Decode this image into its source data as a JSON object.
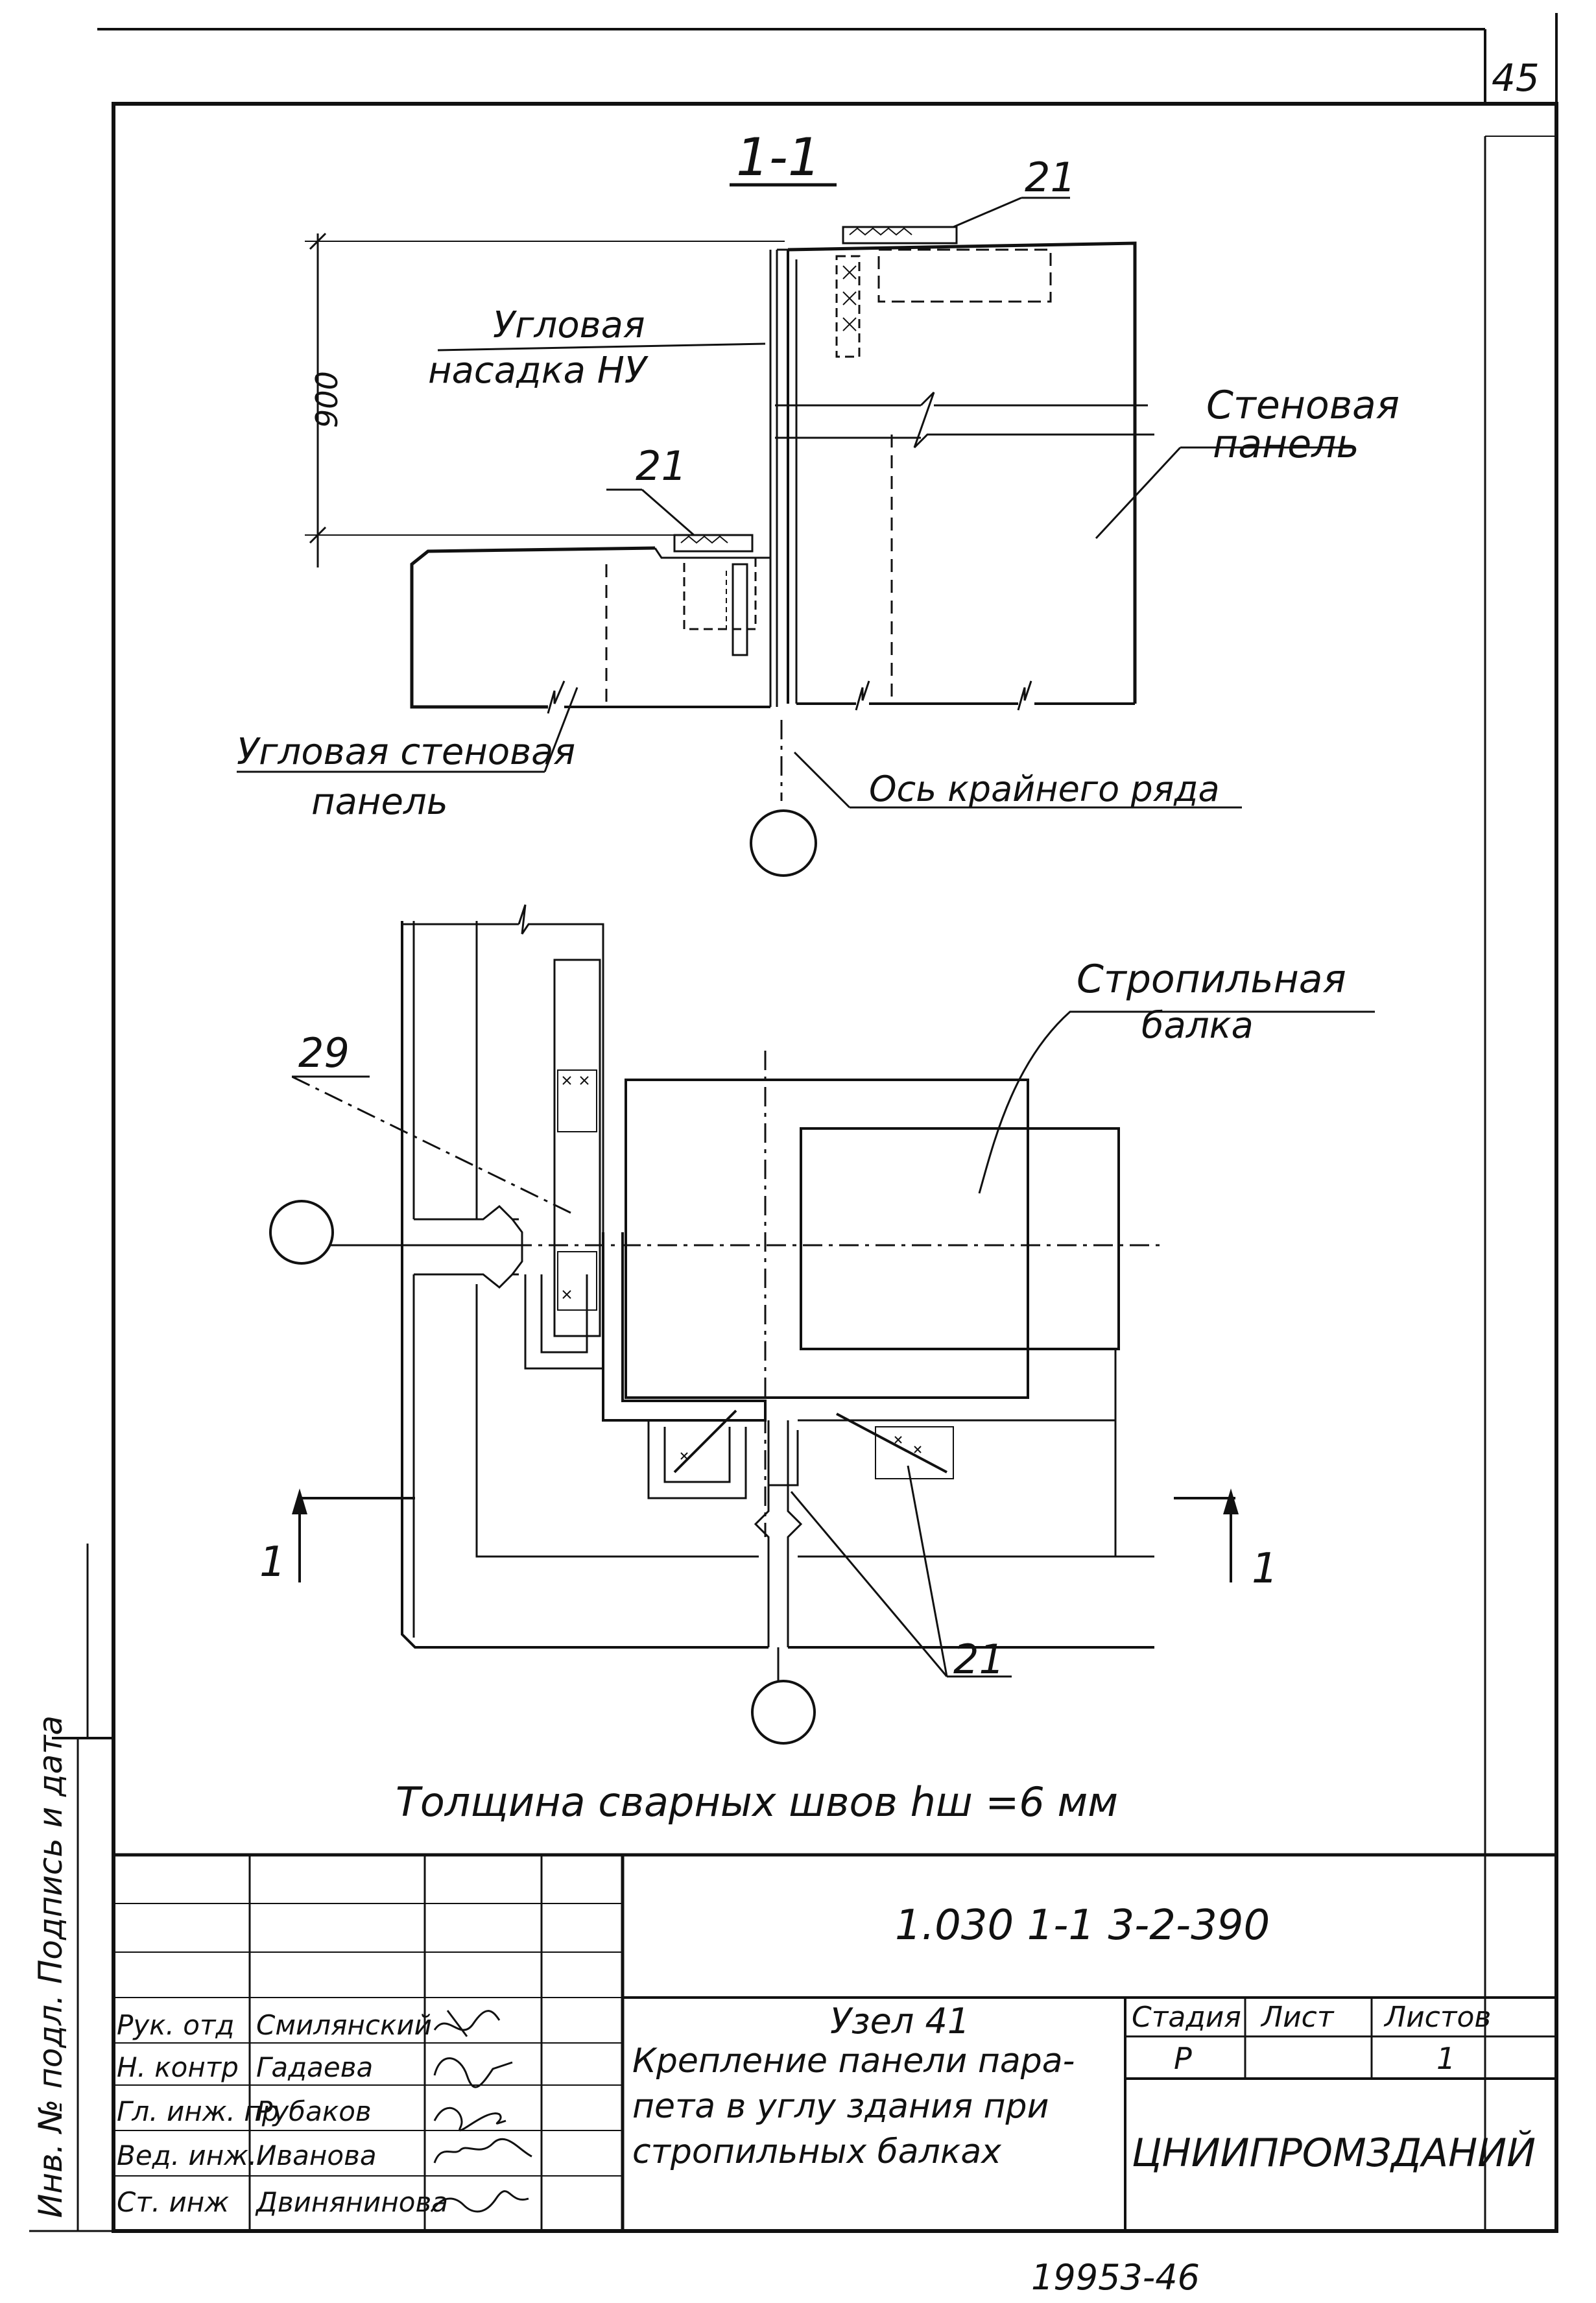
{
  "page_number": "45",
  "section_mark": "1-1",
  "callouts": {
    "c21": "21",
    "c29": "29",
    "c21_lower": "21"
  },
  "labels": {
    "dimension_900": "900",
    "corner_cap_line1": "Угловая",
    "corner_cap_line2": "насадка НУ",
    "wall_panel_line1": "Стеновая",
    "wall_panel_line2": "панель",
    "corner_wall_panel_line1": "Угловая стеновая",
    "corner_wall_panel_line2": "панель",
    "outer_row_axis": "Ось крайнего ряда",
    "rafter_beam_line1": "Стропильная",
    "rafter_beam_line2": "балка",
    "cut_left": "1",
    "cut_right": "1",
    "weld_note": "Толщина сварных швов hш =6 мм"
  },
  "side_stamp": "Инв. № подл. Подпись и дата",
  "title_block": {
    "doc_code": "1.030 1-1 3-2-390",
    "node": "Узел 41",
    "title_lines": [
      "Крепление панели пара-",
      "пета в углу здания при",
      "стропильных балках"
    ],
    "stage_header": "Стадия",
    "sheet_header": "Лист",
    "sheets_header": "Листов",
    "stage": "Р",
    "sheet": "",
    "sheets": "1",
    "organization": "ЦНИИПРОМЗДАНИЙ",
    "signatures": [
      {
        "role": "Рук. отд",
        "name": "Смилянский"
      },
      {
        "role": "Н. контр",
        "name": "Гадаева"
      },
      {
        "role": "Гл. инж. пр",
        "name": "Рубаков"
      },
      {
        "role": "Вед. инж.",
        "name": "Иванова"
      },
      {
        "role": "Ст. инж",
        "name": "Двинянинова"
      }
    ]
  },
  "bottom_number": "19953-46"
}
